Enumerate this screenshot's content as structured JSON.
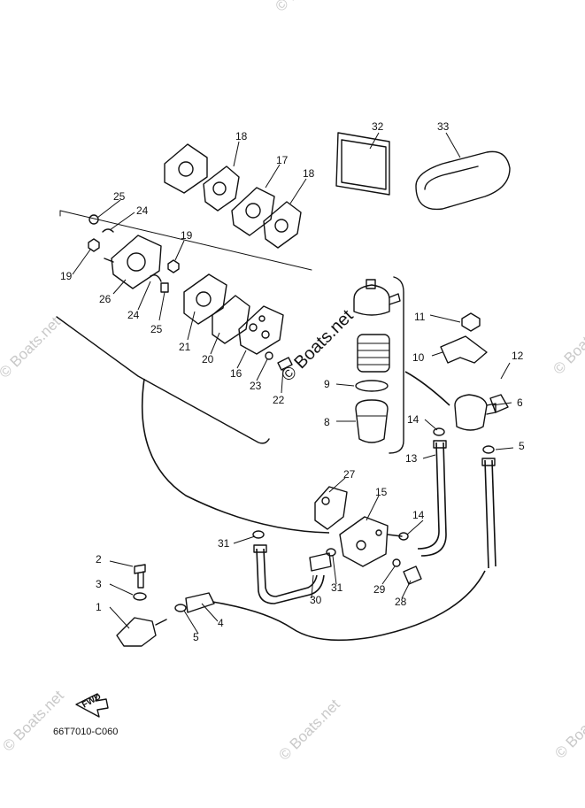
{
  "diagram_code": "66T7010-C060",
  "fwd_label": "FWD",
  "watermark": "© Boats.net",
  "callouts": {
    "c1": "1",
    "c2": "2",
    "c3": "3",
    "c4": "4",
    "c5a": "5",
    "c5b": "5",
    "c6": "6",
    "c8": "8",
    "c9": "9",
    "c10": "10",
    "c11": "11",
    "c12": "12",
    "c13": "13",
    "c14a": "14",
    "c14b": "14",
    "c15": "15",
    "c16": "16",
    "c17": "17",
    "c18a": "18",
    "c18b": "18",
    "c19a": "19",
    "c19b": "19",
    "c20": "20",
    "c21": "21",
    "c22": "22",
    "c23": "23",
    "c24a": "24",
    "c24b": "24",
    "c25a": "25",
    "c25b": "25",
    "c26": "26",
    "c27": "27",
    "c28": "28",
    "c29": "29",
    "c30": "30",
    "c31a": "31",
    "c31b": "31",
    "c32": "32",
    "c33": "33"
  }
}
